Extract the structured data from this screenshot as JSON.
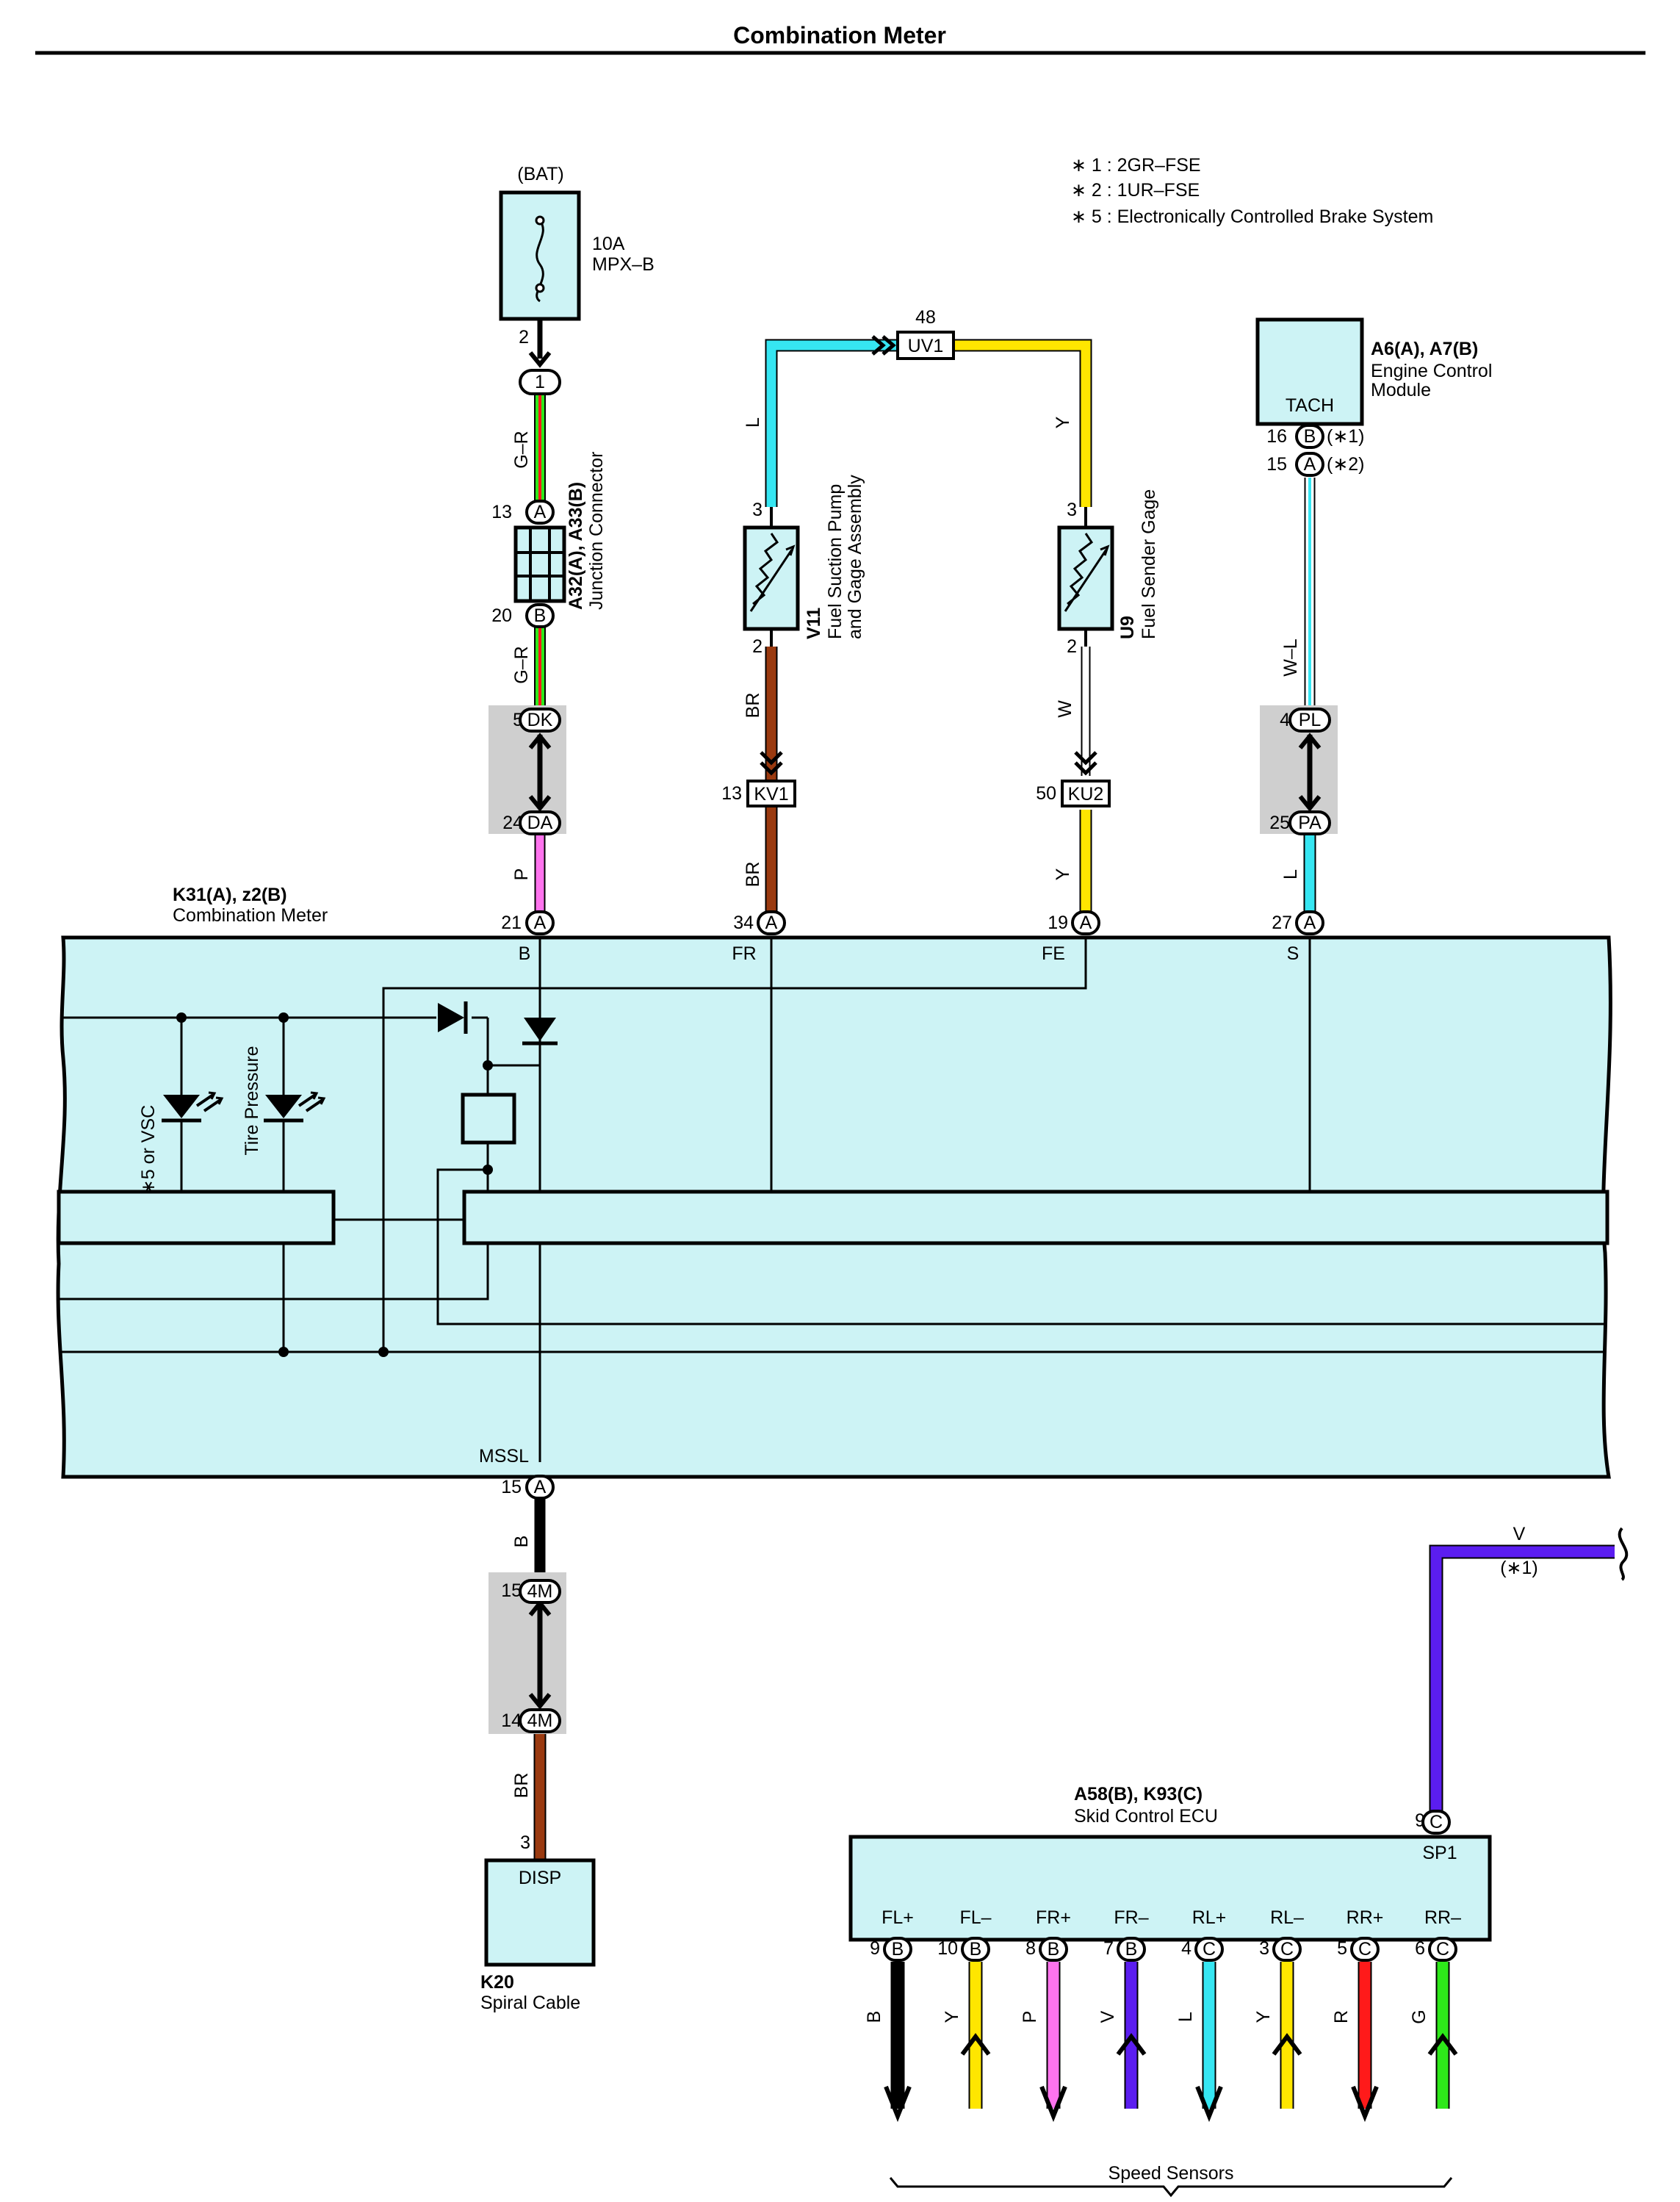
{
  "title": "Combination Meter",
  "notes": [
    "∗ 1 : 2GR–FSE",
    "∗ 2 : 1UR–FSE",
    "∗ 5 : Electronically Controlled Brake System"
  ],
  "power": {
    "source": "(BAT)",
    "fuse_rating": "10A",
    "fuse_name": "MPX–B",
    "fuse_pin": "2",
    "fuse_conn": "1"
  },
  "junction": {
    "pin_top": "13",
    "conn_top": "A",
    "pin_bottom": "20",
    "conn_bottom": "B",
    "id": "A32(A), A33(B)",
    "name": "Junction Connector"
  },
  "connectors": {
    "DK": {
      "pin": "5",
      "label": "DK"
    },
    "DA": {
      "pin": "24",
      "label": "DA"
    },
    "UV1": {
      "pin": "48",
      "label": "UV1"
    },
    "KV1": {
      "pin": "13",
      "label": "KV1"
    },
    "KU2": {
      "pin": "50",
      "label": "KU2"
    },
    "PL": {
      "pin": "4",
      "label": "PL"
    },
    "PA": {
      "pin": "25",
      "label": "PA"
    },
    "4M_top": {
      "pin": "15",
      "label": "4M"
    },
    "4M_bot": {
      "pin": "14",
      "label": "4M"
    }
  },
  "wires": {
    "gr1": "G–R",
    "gr2": "G–R",
    "p": "P",
    "l_top": "L",
    "br1": "BR",
    "br2": "BR",
    "y_top": "Y",
    "w": "W",
    "y_bot": "Y",
    "wl": "W–L",
    "l_right": "L",
    "b_mssl": "B",
    "br_disp": "BR",
    "v_top": "V",
    "v_note": "(∗1)"
  },
  "fuel_pump": {
    "pin_top": "3",
    "pin_bottom": "2",
    "id": "V11",
    "name1": "Fuel Suction Pump",
    "name2": "and Gage Assembly"
  },
  "fuel_sender": {
    "pin_top": "3",
    "pin_bottom": "2",
    "id": "U9",
    "name": "Fuel Sender Gage"
  },
  "ecm": {
    "terminal": "TACH",
    "pin1": "16",
    "conn1": "B",
    "note1": "(∗1)",
    "pin2": "15",
    "conn2": "A",
    "note2": "(∗2)",
    "id": "A6(A), A7(B)",
    "name1": "Engine Control",
    "name2": "Module"
  },
  "meter": {
    "id": "K31(A), z2(B)",
    "name": "Combination Meter",
    "inputs": [
      {
        "pin": "21",
        "conn": "A",
        "terminal": "B"
      },
      {
        "pin": "34",
        "conn": "A",
        "terminal": "FR"
      },
      {
        "pin": "19",
        "conn": "A",
        "terminal": "FE"
      },
      {
        "pin": "27",
        "conn": "A",
        "terminal": "S"
      }
    ],
    "mssl_terminal": "MSSL",
    "mssl_pin": "15",
    "mssl_conn": "A",
    "led_vsc": "∗5 or VSC",
    "led_tire": "Tire Pressure"
  },
  "spiral": {
    "pin": "3",
    "terminal": "DISP",
    "id": "K20",
    "name": "Spiral Cable"
  },
  "skid": {
    "id": "A58(B), K93(C)",
    "name": "Skid Control ECU",
    "sp1_pin": "9",
    "sp1_conn": "C",
    "sp1_terminal": "SP1",
    "terminals": [
      {
        "name": "FL+",
        "pin": "9",
        "conn": "B",
        "wire": "B",
        "color": "#000000",
        "dir": "down"
      },
      {
        "name": "FL–",
        "pin": "10",
        "conn": "B",
        "wire": "Y",
        "color": "#ffe600",
        "dir": "up"
      },
      {
        "name": "FR+",
        "pin": "8",
        "conn": "B",
        "wire": "P",
        "color": "#ff73ee",
        "dir": "down"
      },
      {
        "name": "FR–",
        "pin": "7",
        "conn": "B",
        "wire": "V",
        "color": "#5b1df0",
        "dir": "up"
      },
      {
        "name": "RL+",
        "pin": "4",
        "conn": "C",
        "wire": "L",
        "color": "#36e6f2",
        "dir": "down"
      },
      {
        "name": "RL–",
        "pin": "3",
        "conn": "C",
        "wire": "Y",
        "color": "#ffe600",
        "dir": "up"
      },
      {
        "name": "RR+",
        "pin": "5",
        "conn": "C",
        "wire": "R",
        "color": "#ff1a1a",
        "dir": "down"
      },
      {
        "name": "RR–",
        "pin": "6",
        "conn": "C",
        "wire": "G",
        "color": "#2ee81a",
        "dir": "up"
      }
    ],
    "speed_sensors": "Speed Sensors"
  },
  "colors": {
    "box_fill": "#cdf3f5",
    "connector_shade": "#cfcfcf",
    "green": "#2ee81a",
    "red": "#ff1a1a",
    "pink": "#ff73ee",
    "cyan": "#36e6f2",
    "yellow": "#ffe600",
    "brown": "#9a3a10",
    "violet": "#5b1df0",
    "black": "#000000"
  }
}
